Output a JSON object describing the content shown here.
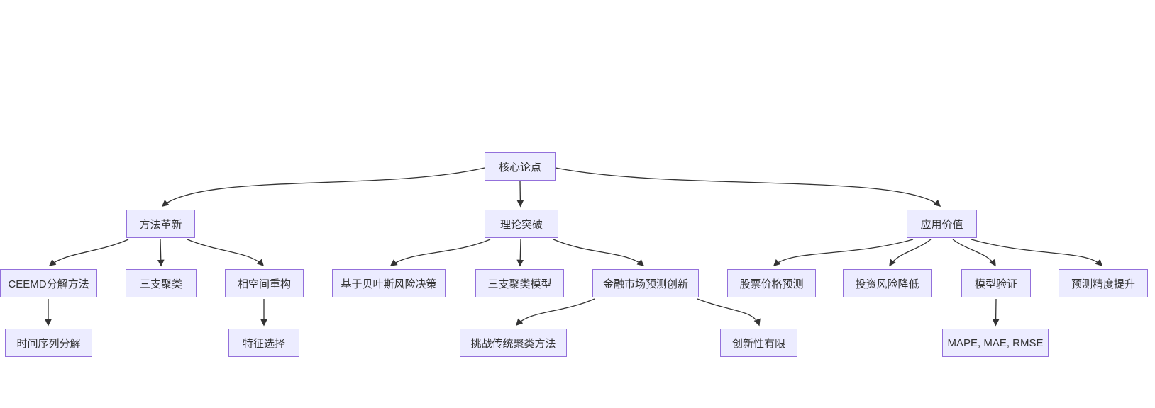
{
  "diagram": {
    "type": "flowchart",
    "direction": "top-down",
    "background_color": "#ffffff",
    "node_fill_color": "#ececff",
    "node_border_color": "#9370db",
    "edge_color": "#333333",
    "text_color": "#333333",
    "nodes": {
      "core": {
        "label": "核心论点"
      },
      "method": {
        "label": "方法革新"
      },
      "theory": {
        "label": "理论突破"
      },
      "value": {
        "label": "应用价值"
      },
      "ceemd": {
        "label": "CEEMD分解方法"
      },
      "three_cluster": {
        "label": "三支聚类"
      },
      "phase": {
        "label": "相空间重构"
      },
      "bayes": {
        "label": "基于贝叶斯风险决策"
      },
      "three_model": {
        "label": "三支聚类模型"
      },
      "finance": {
        "label": "金融市场预测创新"
      },
      "stock": {
        "label": "股票价格预测"
      },
      "risk": {
        "label": "投资风险降低"
      },
      "validate": {
        "label": "模型验证"
      },
      "precision": {
        "label": "预测精度提升"
      },
      "timeseries": {
        "label": "时间序列分解"
      },
      "feature": {
        "label": "特征选择"
      },
      "challenge": {
        "label": "挑战传统聚类方法"
      },
      "limited": {
        "label": "创新性有限"
      },
      "mape": {
        "label": "MAPE, MAE, RMSE"
      }
    },
    "edges": [
      {
        "from": "core",
        "to": "method"
      },
      {
        "from": "core",
        "to": "theory"
      },
      {
        "from": "core",
        "to": "value"
      },
      {
        "from": "method",
        "to": "ceemd"
      },
      {
        "from": "method",
        "to": "three_cluster"
      },
      {
        "from": "method",
        "to": "phase"
      },
      {
        "from": "theory",
        "to": "bayes"
      },
      {
        "from": "theory",
        "to": "three_model"
      },
      {
        "from": "theory",
        "to": "finance"
      },
      {
        "from": "value",
        "to": "stock"
      },
      {
        "from": "value",
        "to": "risk"
      },
      {
        "from": "value",
        "to": "validate"
      },
      {
        "from": "value",
        "to": "precision"
      },
      {
        "from": "ceemd",
        "to": "timeseries"
      },
      {
        "from": "phase",
        "to": "feature"
      },
      {
        "from": "finance",
        "to": "challenge"
      },
      {
        "from": "finance",
        "to": "limited"
      },
      {
        "from": "validate",
        "to": "mape"
      }
    ]
  }
}
